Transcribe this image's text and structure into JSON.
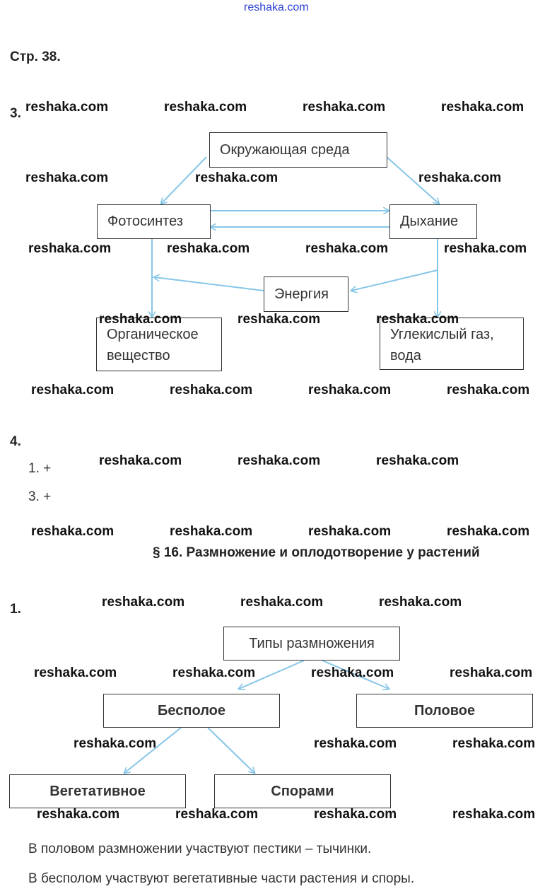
{
  "site_header": "reshaka.com",
  "page_ref": "Стр. 38. ",
  "task3": {
    "number": "3.",
    "boxes": {
      "environment": "Окружающая среда",
      "photosynthesis": "Фотосинтез",
      "respiration": "Дыхание",
      "energy": "Энергия",
      "organic": "Органическое вещество",
      "co2": "Углекислый газ, вода"
    }
  },
  "task4": {
    "number": "4.",
    "items": [
      "1. +",
      "3. +"
    ]
  },
  "section_title": "§ 16. Размножение и оплодотворение у растений",
  "task1": {
    "number": "1.",
    "boxes": {
      "types": "Типы размножения",
      "asexual": "Бесполое",
      "sexual": "Половое",
      "vegetative": "Вегетативное",
      "spores": "Спорами"
    }
  },
  "paragraphs": [
    "В половом размножении участвуют пестики – тычинки.",
    "В бесполом участвуют вегетативные части растения и споры."
  ],
  "watermark": "reshaka.com",
  "colors": {
    "arrow": "#87c6e8",
    "border": "#333333",
    "site_link": "#2b3fd6"
  }
}
